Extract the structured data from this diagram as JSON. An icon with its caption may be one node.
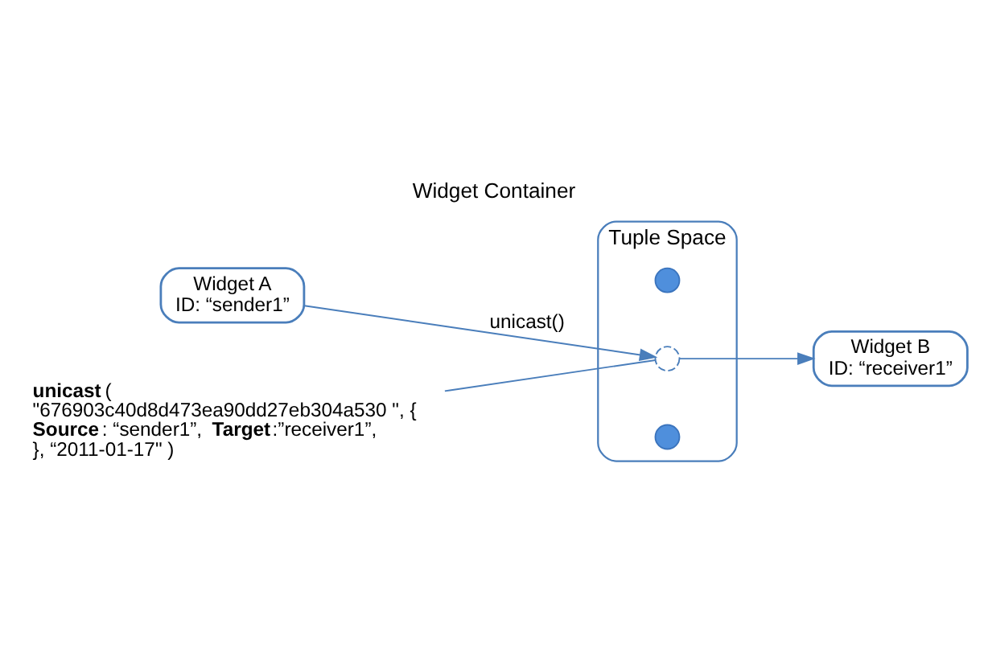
{
  "diagram": {
    "title": "Widget Container",
    "nodes": [
      {
        "text": [
          "Widget A",
          "ID: “sender1”"
        ]
      },
      {
        "text": [
          "Tuple Space"
        ]
      },
      {
        "text": [],
        "shape": "circle",
        "in": 1
      },
      {
        "text": [],
        "shape": "circle",
        "in": 1
      },
      {
        "text": [],
        "shape": "circle",
        "in": 1
      },
      {
        "text": [
          "Widget B",
          "ID: “receiver1”"
        ]
      },
      {
        "text": [
          "**unicast**( \"676903c40d8d473ea90dd27eb304a530 \", { **Source**: “sender1”, **Target**:”receiver1”, }, “2011-01-17\" )"
        ]
      }
    ],
    "edges": [
      {
        "from": 0,
        "to": 3,
        "arrow": "to",
        "label": "unicast()"
      },
      {
        "from": 3,
        "to": 5,
        "arrow": "to"
      },
      {
        "from": 6,
        "to": 3,
        "arrow": "none"
      }
    ]
  }
}
